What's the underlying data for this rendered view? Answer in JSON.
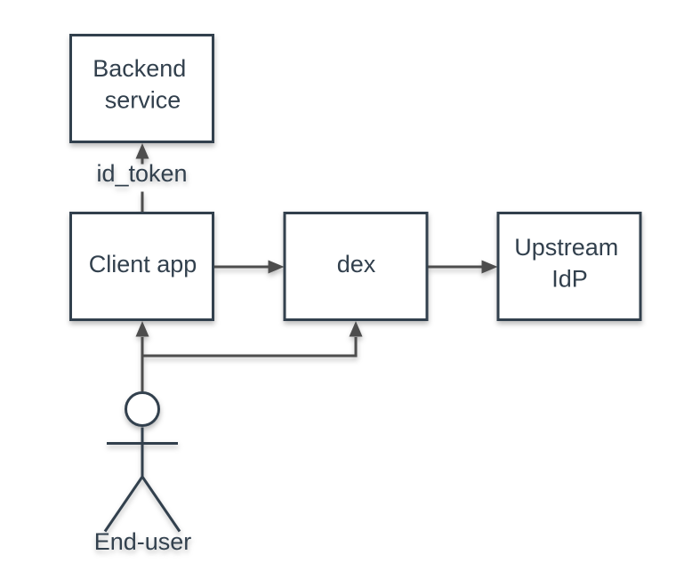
{
  "diagram": {
    "nodes": {
      "backend": {
        "line1": "Backend",
        "line2": "service"
      },
      "client": {
        "label": "Client app"
      },
      "dex": {
        "label": "dex"
      },
      "upstream": {
        "line1": "Upstream",
        "line2": "IdP"
      }
    },
    "edges": {
      "id_token_label": "id_token"
    },
    "actor": {
      "label": "End-user"
    },
    "colors": {
      "background": "#ffffff",
      "node_fill": "#ffffff",
      "node_stroke": "#32404e",
      "text": "#32404e",
      "edge": "#4d4d4d"
    }
  }
}
